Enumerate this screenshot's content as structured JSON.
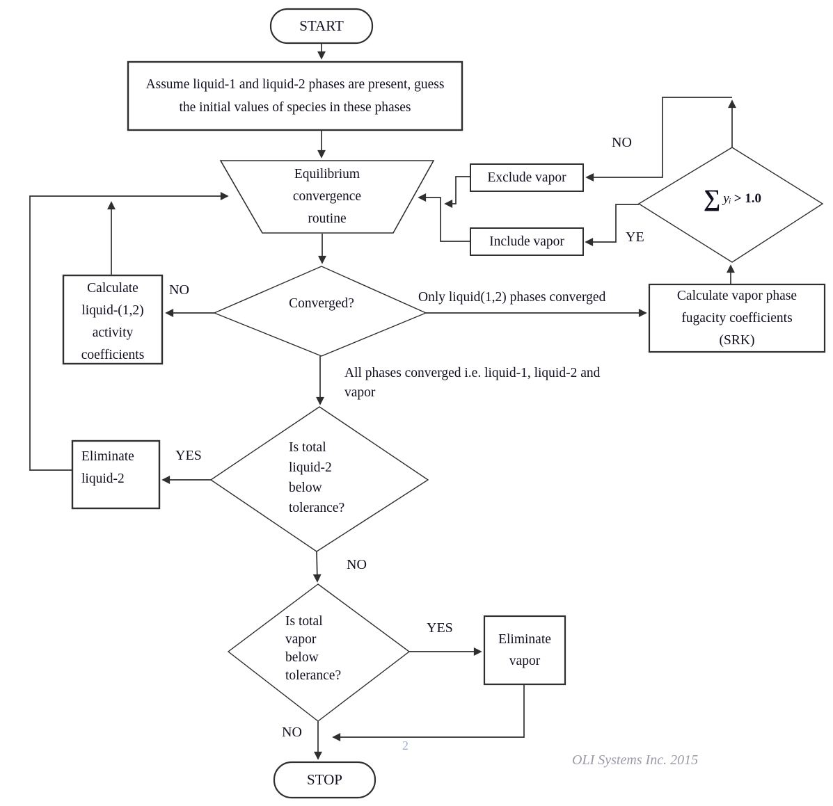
{
  "nodes": {
    "start": {
      "label": "START"
    },
    "assume": {
      "label": "Assume liquid-1 and liquid-2 phases are present, guess\nthe initial values of species in these phases"
    },
    "equilibrium": {
      "label": "Equilibrium\nconvergence\nroutine"
    },
    "converged": {
      "label": "Converged?"
    },
    "calc_activity": {
      "label": "Calculate\nliquid-(1,2)\nactivity\ncoefficients"
    },
    "calc_fugacity": {
      "label": "Calculate vapor phase\nfugacity coefficients\n(SRK)"
    },
    "sum_check": {
      "sigma": "∑",
      "variable": "yᵢ",
      "comparison": "> 1.0"
    },
    "exclude_vapor": {
      "label": "Exclude vapor"
    },
    "include_vapor": {
      "label": "Include vapor"
    },
    "liquid2_check": {
      "label": "Is total\nliquid-2\nbelow\ntolerance?"
    },
    "eliminate_liquid2": {
      "label": "Eliminate\nliquid-2"
    },
    "vapor_check": {
      "label": "Is total\nvapor\nbelow\ntolerance?"
    },
    "eliminate_vapor": {
      "label": "Eliminate\nvapor"
    },
    "stop": {
      "label": "STOP"
    }
  },
  "edge_labels": {
    "no_converged": "NO",
    "only_liquid": "Only liquid(1,2) phases converged",
    "all_phases": "All phases converged i.e. liquid-1, liquid-2 and\nvapor",
    "yes_liquid2": "YES",
    "no_liquid2": "NO",
    "yes_vapor": "YES",
    "no_vapor": "NO",
    "no_sum": "NO",
    "ye_sum": "YE",
    "page_ref": "2"
  },
  "watermark": "OLI Systems Inc. 2015",
  "colors": {
    "stroke": "#2f2f2f",
    "text": "#101020",
    "page_ref": "#9fb0cf",
    "watermark": "#9a9aa8"
  }
}
